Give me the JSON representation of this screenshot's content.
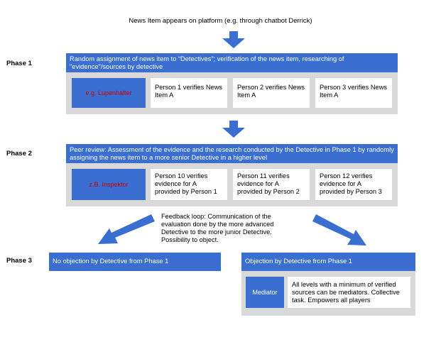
{
  "title": "News Item appears on platform (e.g. through chatbot Derrick)",
  "phase1": {
    "label": "Phase 1",
    "header": "Random assignment of news item to “Detectives”; verification of the news item, researching of \"evidence\"/sources by detective",
    "role": "e.g. Lupenhalter",
    "cards": [
      "Person 1 verifies News Item A",
      "Person 2 verifies News Item A",
      "Person 3 verifies News Item A"
    ]
  },
  "phase2": {
    "label": "Phase 2",
    "header": "Peer review: Assessment of the evidence and the research conducted by the Detective in Phase 1 by randomly assigning the news item to a more senior Detective in a higher level",
    "role": "z.B. Inspektor",
    "cards": [
      "Person 10 verifies evidence for A provided by Person 1",
      "Person 11 verifies evidence for A provided by Person 2",
      "Person 12 verifies evidence for A provided by Person 3"
    ]
  },
  "feedback": "Feedback loop: Communication of the evaluation done by the more advanced Detective to the more junior Detective. Possibility to object.",
  "phase3": {
    "label": "Phase 3",
    "no_objection": "No objection by Detective from Phase 1",
    "objection": "Objection by Detective from Phase 1",
    "mediator_label": "Mediator",
    "mediator_text": "All levels with a minimum of verified sources can be mediators. Collective task. Empowers all players"
  },
  "colors": {
    "accent_blue": "#3a6fd1",
    "panel_gray": "#d9d9d9",
    "role_red": "#cc0000"
  }
}
